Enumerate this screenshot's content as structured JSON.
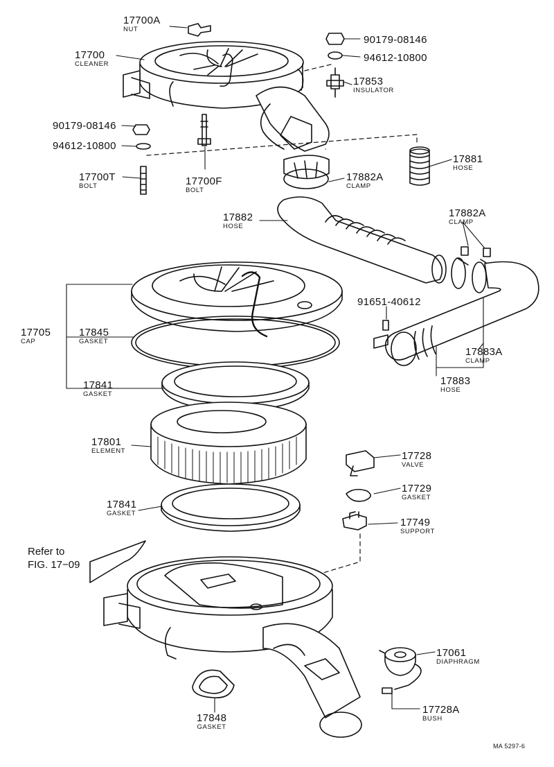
{
  "parts": [
    {
      "id": "p17700A",
      "number": "17700A",
      "name": "NUT"
    },
    {
      "id": "p17700",
      "number": "17700",
      "name": "CLEANER"
    },
    {
      "id": "p90179a",
      "number": "90179-08146",
      "name": ""
    },
    {
      "id": "p94612a",
      "number": "94612-10800",
      "name": ""
    },
    {
      "id": "p17853",
      "number": "17853",
      "name": "INSULATOR"
    },
    {
      "id": "p90179b",
      "number": "90179-08146",
      "name": ""
    },
    {
      "id": "p94612b",
      "number": "94612-10800",
      "name": ""
    },
    {
      "id": "p17881",
      "number": "17881",
      "name": "HOSE"
    },
    {
      "id": "p17700T",
      "number": "17700T",
      "name": "BOLT"
    },
    {
      "id": "p17700F",
      "number": "17700F",
      "name": "BOLT"
    },
    {
      "id": "p17882Aa",
      "number": "17882A",
      "name": "CLAMP"
    },
    {
      "id": "p17882",
      "number": "17882",
      "name": "HOSE"
    },
    {
      "id": "p17882Ab",
      "number": "17882A",
      "name": "CLAMP"
    },
    {
      "id": "p91651",
      "number": "91651-40612",
      "name": ""
    },
    {
      "id": "p17705",
      "number": "17705",
      "name": "CAP"
    },
    {
      "id": "p17845",
      "number": "17845",
      "name": "GASKET"
    },
    {
      "id": "p17883A",
      "number": "17883A",
      "name": "CLAMP"
    },
    {
      "id": "p17883",
      "number": "17883",
      "name": "HOSE"
    },
    {
      "id": "p17841a",
      "number": "17841",
      "name": "GASKET"
    },
    {
      "id": "p17801",
      "number": "17801",
      "name": "ELEMENT"
    },
    {
      "id": "p17728",
      "number": "17728",
      "name": "VALVE"
    },
    {
      "id": "p17729",
      "number": "17729",
      "name": "GASKET"
    },
    {
      "id": "p17841b",
      "number": "17841",
      "name": "GASKET"
    },
    {
      "id": "p17749",
      "number": "17749",
      "name": "SUPPORT"
    },
    {
      "id": "p17061",
      "number": "17061",
      "name": "DIAPHRAGM"
    },
    {
      "id": "p17728A",
      "number": "17728A",
      "name": "BUSH"
    },
    {
      "id": "p17848",
      "number": "17848",
      "name": "GASKET"
    }
  ],
  "reference": {
    "line1": "Refer to",
    "line2": "FIG. 17−09"
  },
  "drawing_code": "MA 5297-6",
  "colors": {
    "ink": "#111111",
    "paper": "#ffffff"
  }
}
